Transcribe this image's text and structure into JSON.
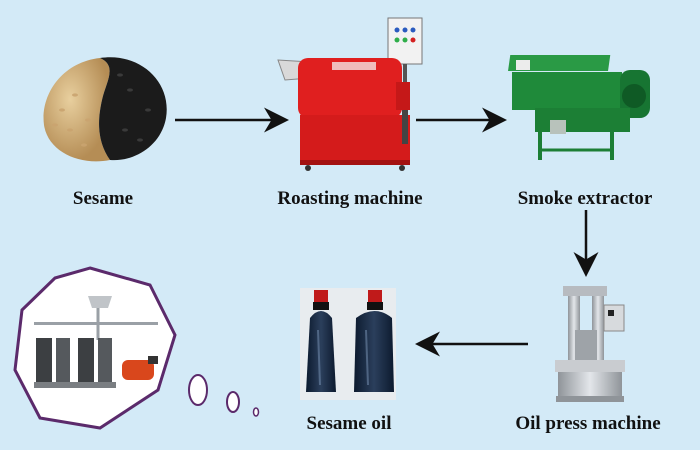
{
  "steps": [
    {
      "label": "Sesame"
    },
    {
      "label": "Roasting machine"
    },
    {
      "label": "Smoke extractor"
    },
    {
      "label": "Oil press machine"
    },
    {
      "label": "Sesame oil"
    }
  ],
  "colors": {
    "background": "#d3eaf7",
    "arrow": "#111111",
    "roaster_red": "#e01f1f",
    "extractor_green": "#1f8a3a",
    "press_silver": "#c9ccd0",
    "bubble_border": "#5b2a6b"
  }
}
